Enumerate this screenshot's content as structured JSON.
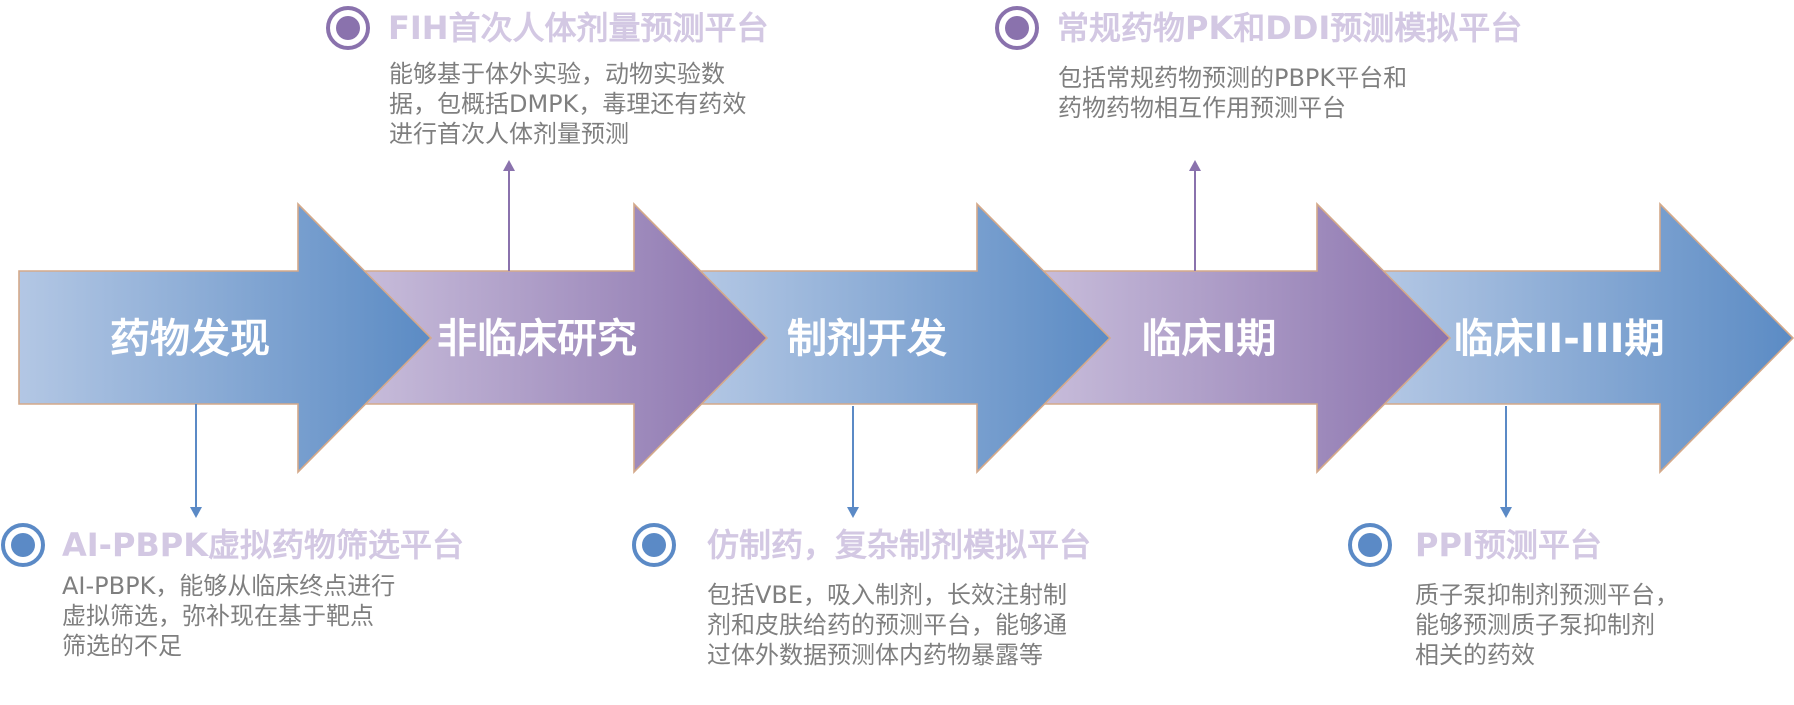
{
  "diagram": {
    "type": "process-timeline",
    "stages": [
      {
        "label": "药物发现",
        "color": "blue"
      },
      {
        "label": "非临床研究",
        "color": "purple"
      },
      {
        "label": "制剂开发",
        "color": "blue"
      },
      {
        "label": "临床I期",
        "color": "purple"
      },
      {
        "label": "临床II-III期",
        "color": "blue"
      }
    ],
    "platforms": [
      {
        "id": "ai-pbpk",
        "stage": "药物发现",
        "position": "below",
        "color": "blue",
        "title": "AI-PBPK虚拟药物筛选平台",
        "lines": [
          "AI-PBPK，能够从临床终点进行",
          "虚拟筛选，弥补现在基于靶点",
          "筛选的不足"
        ]
      },
      {
        "id": "fih",
        "stage": "非临床研究",
        "position": "above",
        "color": "purple",
        "title": "FIH首次人体剂量预测平台",
        "lines": [
          "能够基于体外实验，动物实验数",
          "据，包概括DMPK，毒理还有药效",
          "进行首次人体剂量预测"
        ]
      },
      {
        "id": "generic",
        "stage": "制剂开发",
        "position": "below",
        "color": "blue",
        "title": "仿制药，复杂制剂模拟平台",
        "lines": [
          "包括VBE，吸入制剂，长效注射制",
          "剂和皮肤给药的预测平台，能够通",
          "过体外数据预测体内药物暴露等"
        ]
      },
      {
        "id": "pk-ddi",
        "stage": "临床I期",
        "position": "above",
        "color": "purple",
        "title": "常规药物PK和DDI预测模拟平台",
        "lines": [
          "包括常规药物预测的PBPK平台和",
          "药物药物相互作用预测平台"
        ]
      },
      {
        "id": "ppi",
        "stage": "临床II-III期",
        "position": "below",
        "color": "blue",
        "title": "PPI预测平台",
        "lines": [
          "质子泵抑制剂预测平台，",
          "能够预测质子泵抑制剂",
          "相关的药效"
        ]
      }
    ]
  },
  "colors": {
    "blue_start": "#b3c7e4",
    "blue_end": "#5b8bc4",
    "purple_start": "#c7bcda",
    "purple_end": "#8a72ad",
    "arrow_outline": "#d4a98a",
    "connector_blue": "#5b8ac6",
    "connector_purple": "#8a72ad",
    "title_text": "#d3c8e3",
    "body_text": "#7f7f7f"
  },
  "icons": {
    "marker": "radio-target-icon",
    "connector": "arrow-line-icon"
  }
}
